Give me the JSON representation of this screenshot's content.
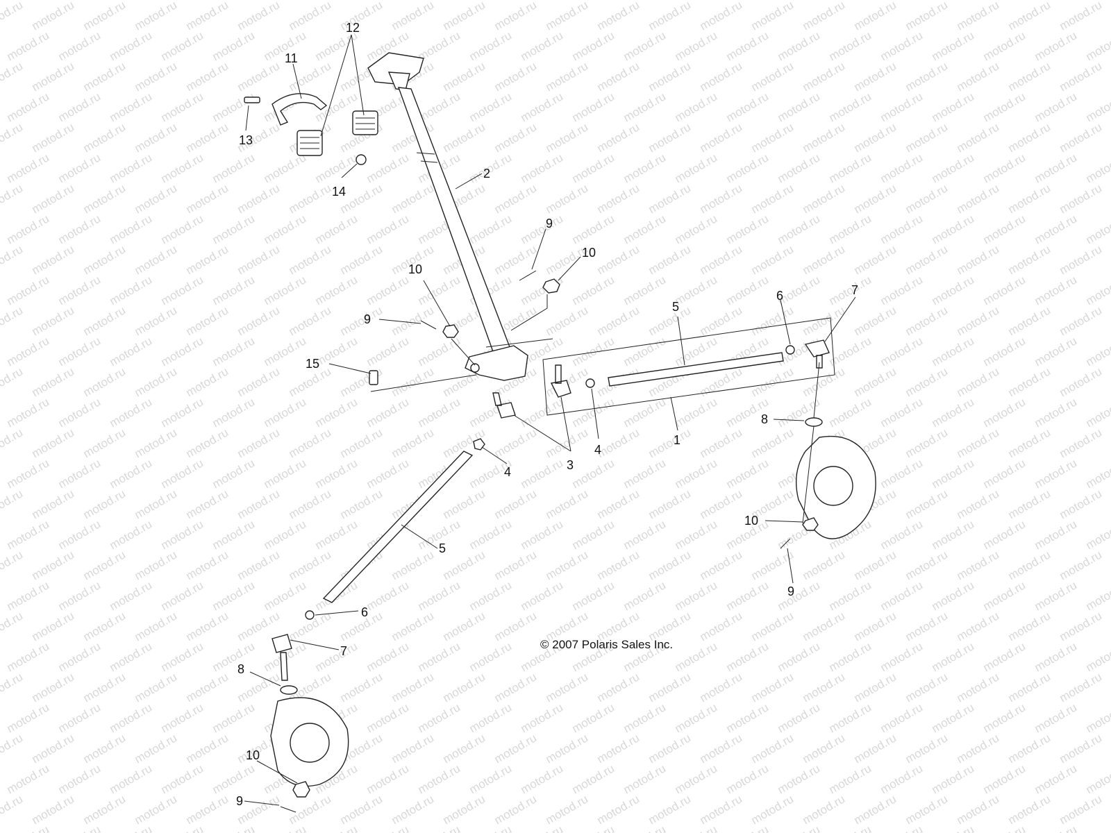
{
  "watermark": "motod.ru",
  "copyright": "© 2007 Polaris Sales Inc.",
  "callouts": {
    "c1": "1",
    "c2": "2",
    "c3": "3",
    "c4a": "4",
    "c4b": "4",
    "c5a": "5",
    "c5b": "5",
    "c6a": "6",
    "c6b": "6",
    "c7a": "7",
    "c7b": "7",
    "c8a": "8",
    "c8b": "8",
    "c9a": "9",
    "c9b": "9",
    "c9c": "9",
    "c9d": "9",
    "c10a": "10",
    "c10b": "10",
    "c10c": "10",
    "c10d": "10",
    "c11": "11",
    "c12": "12",
    "c13": "13",
    "c14": "14",
    "c15": "15"
  },
  "colors": {
    "line": "#222222",
    "watermark": "#d8d8d8",
    "background": "#ffffff"
  }
}
